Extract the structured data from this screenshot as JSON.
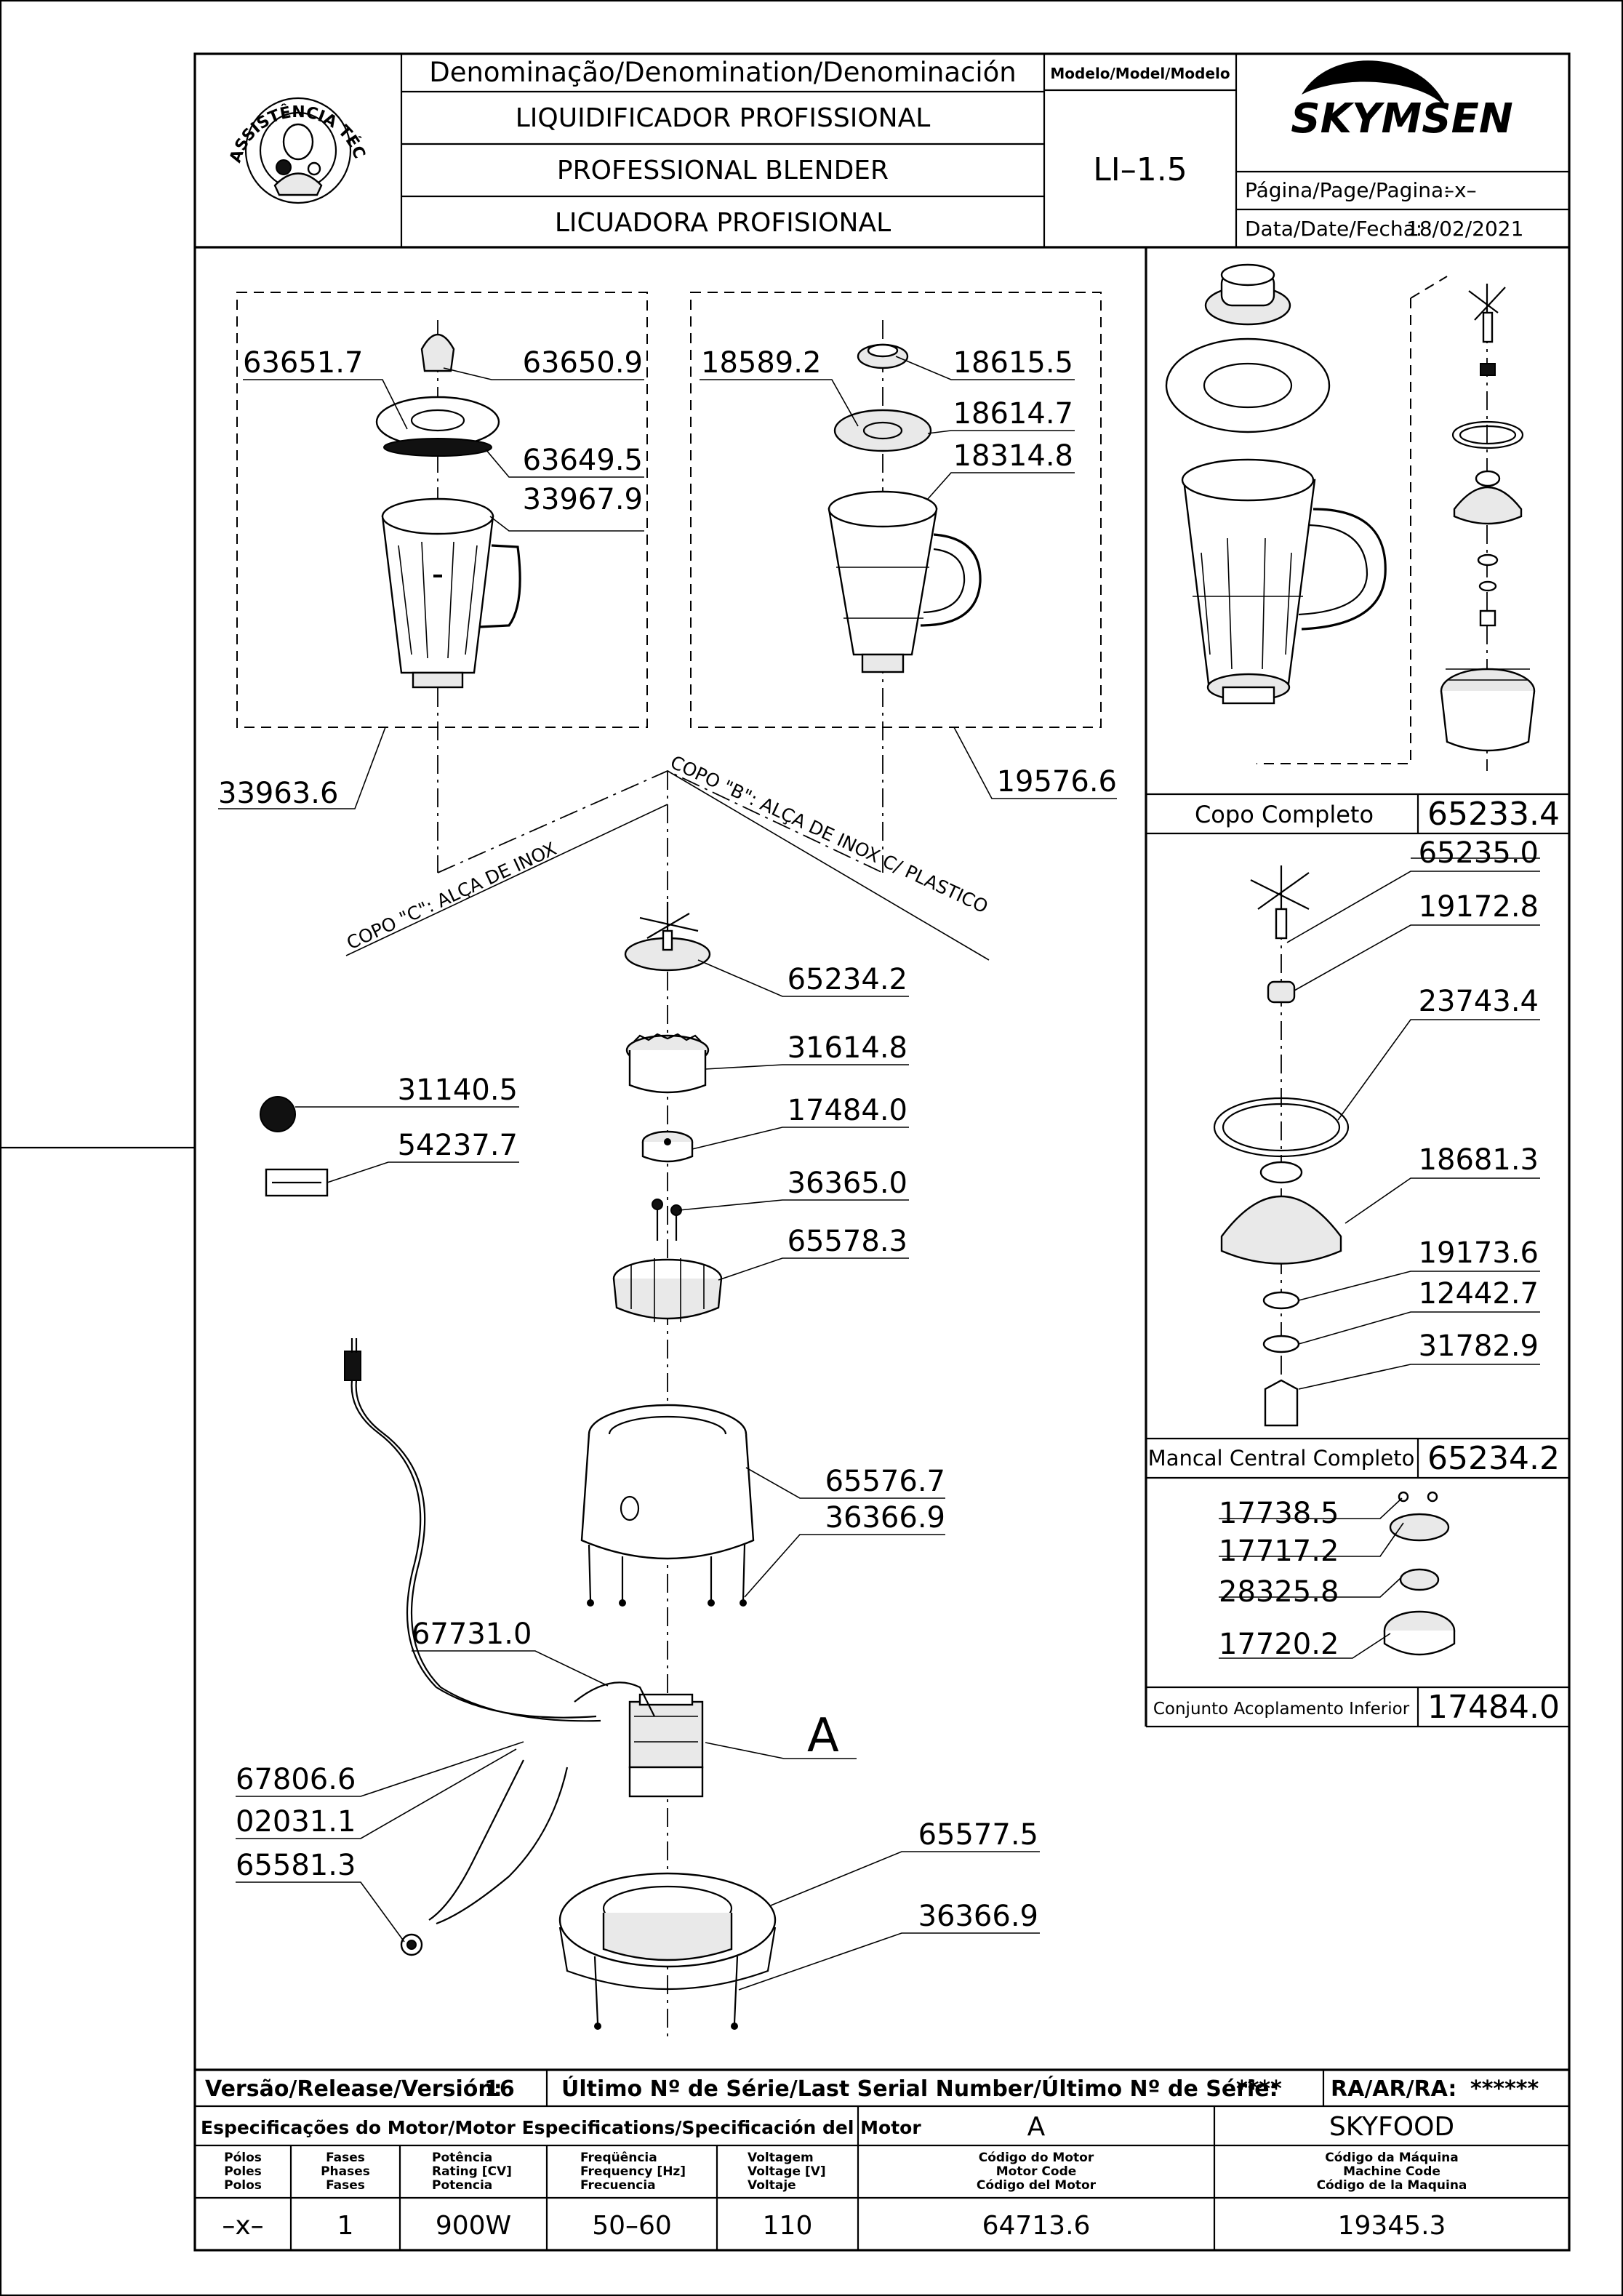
{
  "header": {
    "denomination_label": "Denominação/Denomination/Denominación",
    "model_label": "Modelo/Model/Modelo",
    "name_pt": "LIQUIDIFICADOR  PROFISSIONAL",
    "name_en": "PROFESSIONAL  BLENDER",
    "name_es": "LICUADORA  PROFISIONAL",
    "model": "LI–1.5",
    "brand": "SKYMSEN",
    "page_label": "Página/Page/Pagina:",
    "page_value": "–x–",
    "date_label": "Data/Date/Fecha:",
    "date_value": "18/02/2021",
    "stamp_text": "ASSISTÊNCIA TÉCNICA AUTORIZADA"
  },
  "callouts": {
    "c63651_7": "63651.7",
    "c63650_9": "63650.9",
    "c63649_5": "63649.5",
    "c33967_9": "33967.9",
    "c33963_6": "33963.6",
    "c18589_2": "18589.2",
    "c18615_5": "18615.5",
    "c18614_7": "18614.7",
    "c18314_8": "18314.8",
    "c19576_6": "19576.6",
    "copo_c": "COPO \"C\": ALÇA DE  INOX",
    "copo_b": "COPO \"B\": ALÇA DE INOX C/ PLASTICO",
    "c65234_2": "65234.2",
    "c31614_8": "31614.8",
    "c17484_0": "17484.0",
    "c36365_0": "36365.0",
    "c65578_3": "65578.3",
    "c31140_5": "31140.5",
    "c54237_7": "54237.7",
    "c65576_7": "65576.7",
    "c36366_9a": "36366.9",
    "c67731_0": "67731.0",
    "label_a": "A",
    "c67806_6": "67806.6",
    "c02031_1": "02031.1",
    "c65581_3": "65581.3",
    "c65577_5": "65577.5",
    "c36366_9b": "36366.9"
  },
  "side_panels": {
    "copo_label": "Copo  Completo",
    "copo_code": "65233.4",
    "p65235_0": "65235.0",
    "p19172_8": "19172.8",
    "p23743_4": "23743.4",
    "p18681_3": "18681.3",
    "p19173_6": "19173.6",
    "p12442_7": "12442.7",
    "p31782_9": "31782.9",
    "mancal_label": "Mancal  Central  Completo",
    "mancal_code": "65234.2",
    "p17738_5": "17738.5",
    "p17717_2": "17717.2",
    "p28325_8": "28325.8",
    "p17720_2": "17720.2",
    "conjunto_label": "Conjunto  Acoplamento  Inferior",
    "conjunto_code": "17484.0"
  },
  "footer": {
    "version_label": "Versão/Release/Versión:",
    "version_value": "16",
    "serial_label": "Último  Nº  de  Série/Last  Serial  Number/Último  Nº  de  Série:",
    "serial_value": "****",
    "ra_label": "RA/AR/RA:",
    "ra_value": "******",
    "motor_spec_label": "Especificações do Motor/Motor Especifications/Specificación del Motor",
    "motor_letter": "A",
    "machine_brand": "SKYFOOD",
    "col_poles": [
      "Pólos",
      "Poles",
      "Polos"
    ],
    "col_phases": [
      "Fases",
      "Phases",
      "Fases"
    ],
    "col_power": [
      "Potência",
      "Rating [CV]",
      "Potencia"
    ],
    "col_freq": [
      "Freqüência",
      "Frequency [Hz]",
      "Frecuencia"
    ],
    "col_voltage": [
      "Voltagem",
      "Voltage [V]",
      "Voltaje"
    ],
    "col_motor_code": [
      "Código do Motor",
      "Motor Code",
      "Código del Motor"
    ],
    "col_machine_code": [
      "Código da Máquina",
      "Machine Code",
      "Código de la Maquina"
    ],
    "poles": "–x–",
    "phases": "1",
    "power": "900W",
    "frequency": "50–60",
    "voltage": "110",
    "motor_code": "64713.6",
    "machine_code": "19345.3"
  }
}
